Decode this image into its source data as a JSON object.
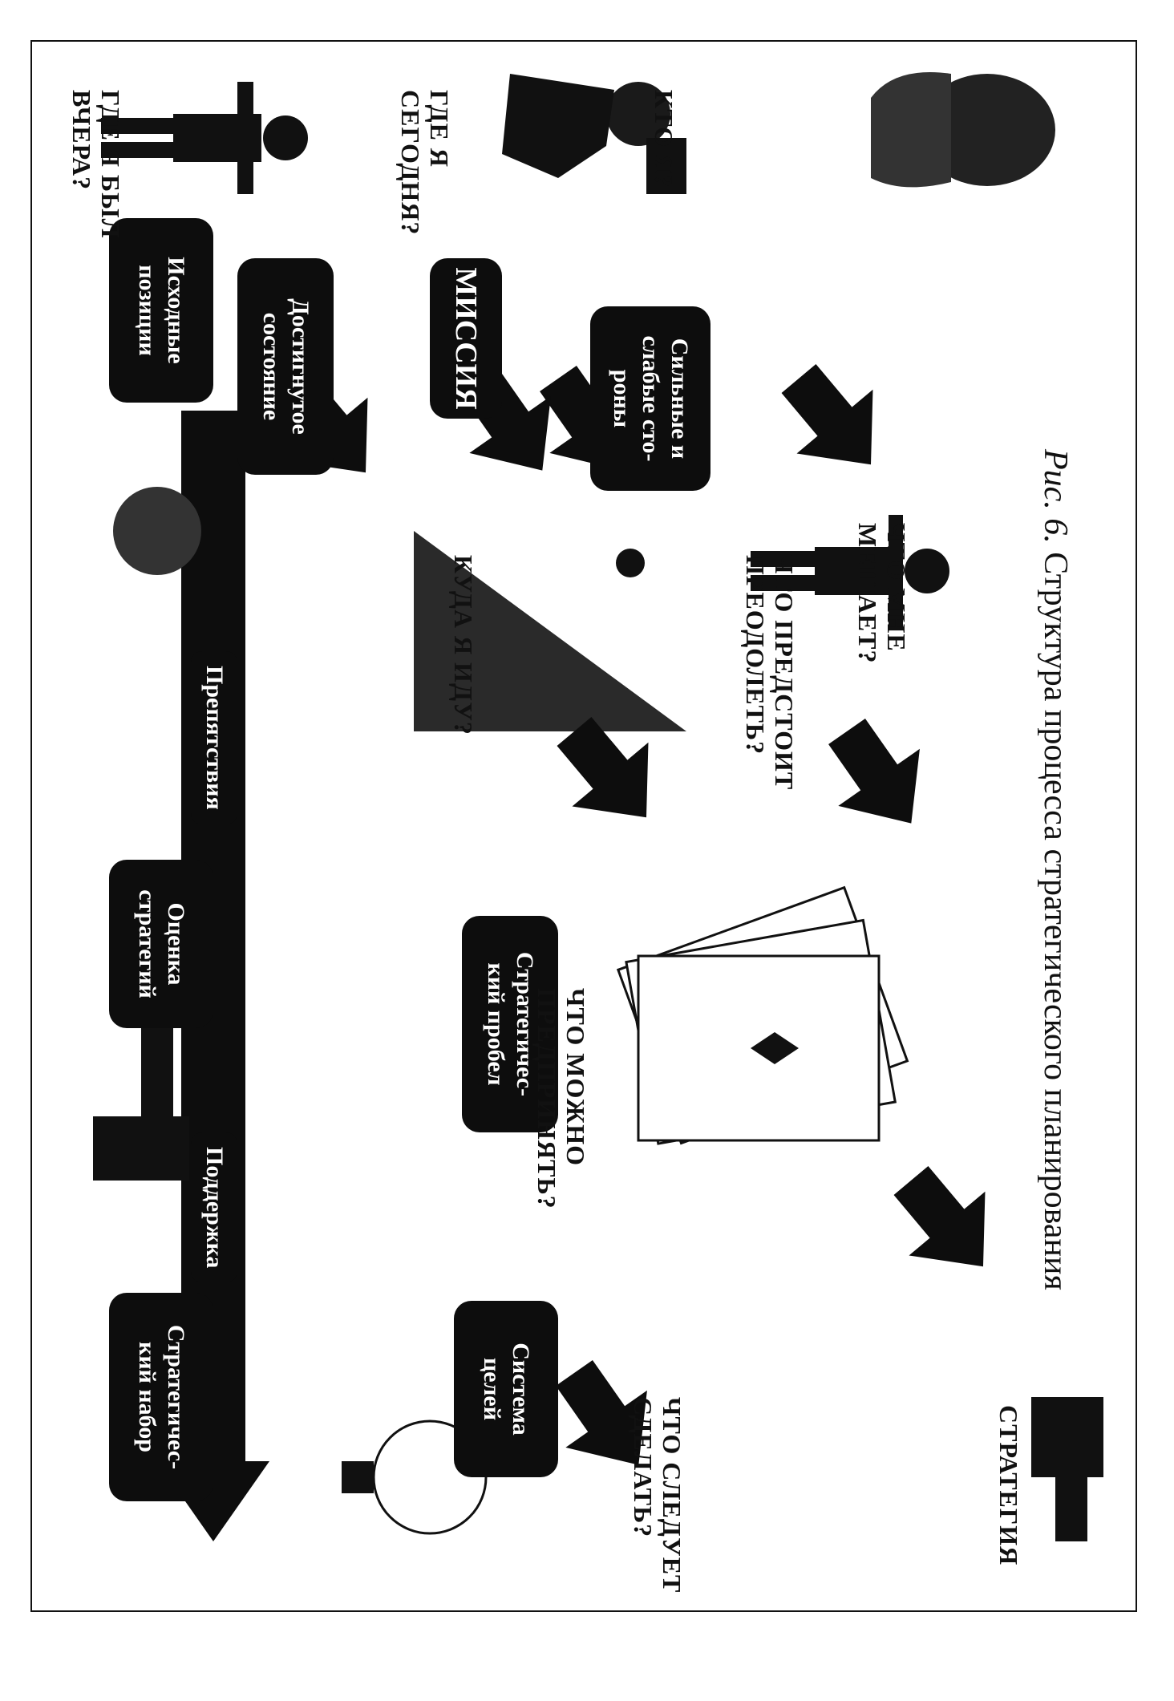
{
  "bubbles": {
    "initial_positions": "Исходные\nпозиции",
    "achieved_state": "Достигнутое\nсостояние",
    "mission": "МИССИЯ",
    "strengths": "Сильные и\nслабые сто-\nроны",
    "strategy_evaluation": "Оценка\nстратегий",
    "strategic_gap": "Стратегичес-\nкий пробел",
    "strategic_set": "Стратегичес-\nкий набор",
    "goal_system": "Система\nцелей"
  },
  "questions": {
    "where_yesterday": "ГДЕ Я БЫЛ\nВЧЕРА?",
    "where_today": "ГДЕ Я\nСЕГОДНЯ?",
    "who_am_i": "КТО Я?",
    "where_going": "КУДА Я ИДУ?",
    "what_to_overcome": "ЧТО ПРЕДСТОИТ\nПРЕОДОЛЕТЬ?",
    "what_hinders": "ЧТО МНЕ\nМЕШАЕТ?",
    "what_can_undertake": "ЧТО МОЖНО\nПРЕДПРИНЯТЬ?",
    "what_to_do": "ЧТО СЛЕДУЕТ\nСДЕЛАТЬ?",
    "strategy": "СТРАТЕГИЯ"
  },
  "bar": {
    "obstacles": "Препятствия",
    "support": "Поддержка"
  },
  "caption": {
    "number": "Рис. 6.",
    "text": "Структура процесса стратегического планирования"
  }
}
